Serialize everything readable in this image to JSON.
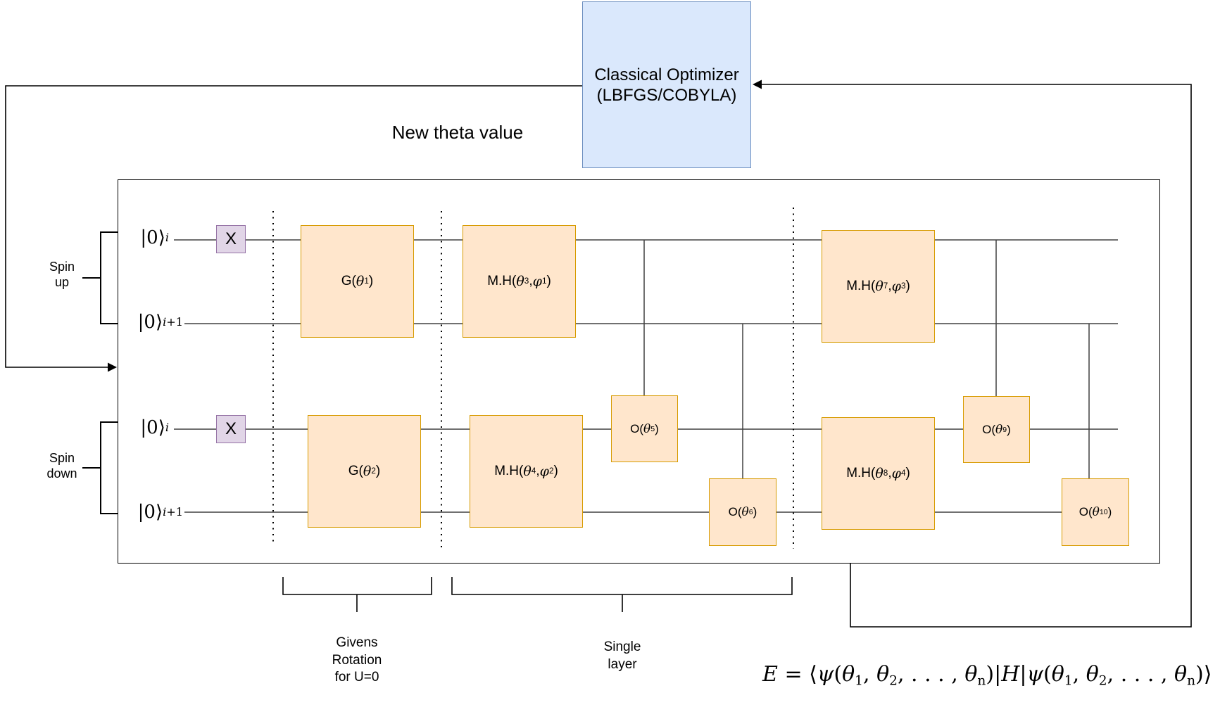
{
  "colors": {
    "gate_fill": "#ffe6cc",
    "gate_border": "#d79b00",
    "x_fill": "#e1d5e7",
    "x_border": "#9673a6",
    "optimizer_fill": "#dae8fc",
    "optimizer_border": "#6c8ebf",
    "wire": "#404040",
    "line": "#000000"
  },
  "optimizer": {
    "label": "Classical Optimizer\n(LBFGS/COBYLA)"
  },
  "feedback": {
    "new_theta": "New theta value"
  },
  "spin": {
    "up": "Spin\nup",
    "down": "Spin\ndown"
  },
  "qubits": {
    "up_i": "|0⟩_*i*_",
    "up_i1": "|0⟩_*i*+1_",
    "down_i": "|0⟩_*i*_",
    "down_i1": "|0⟩_*i*+1_"
  },
  "gates": {
    "x_up": "X",
    "x_down": "X",
    "g1": "G(*θ*_1_)",
    "g2": "G(*θ*_2_)",
    "mh1": "M.H(*θ*_3_, *φ*_1_)",
    "mh2": "M.H(*θ*_4_, *φ*_2_)",
    "mh3": "M.H(*θ*_7_, *φ*_3_)",
    "mh4": "M.H(*θ*_8_, *φ*_4_)",
    "o5": "O(*θ*_5_)",
    "o6": "O(*θ*_6_)",
    "o9": "O(*θ*_9_)",
    "o10": "O(*θ*_10_)"
  },
  "annotations": {
    "givens": "Givens\nRotation\nfor U=0",
    "single": "Single\nlayer"
  },
  "equation": "*E* = ⟨*ψ*(*θ*_1_, *θ*_2_, . . . , *θ*_n_)|*H*|*ψ*(*θ*_1_, *θ*_2_, . . . , *θ*_n_)⟩"
}
